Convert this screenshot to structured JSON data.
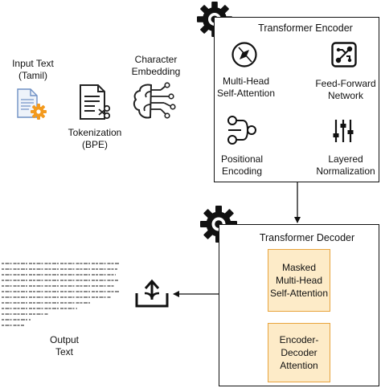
{
  "input_text": {
    "label": "Input Text\n(Tamil)"
  },
  "tokenization": {
    "label": "Tokenization\n(BPE)"
  },
  "character_embedding": {
    "label": "Character\nEmbedding"
  },
  "encoder": {
    "title": "Transformer Encoder",
    "multi_head": "Multi-Head\nSelf-Attention",
    "feed_forward": "Feed-Forward\nNetwork",
    "positional": "Positional\nEncoding",
    "layered_norm": "Layered\nNormalization"
  },
  "decoder": {
    "title": "Transformer Decoder",
    "masked": "Masked\nMulti-Head\nSelf-Attention",
    "enc_dec": "Encoder-\nDecoder\nAttention"
  },
  "output_text": {
    "label": "Output\nText"
  },
  "colors": {
    "accent_box_fill": "#fdebc8",
    "accent_box_border": "#e8a33c",
    "doc_icon": "#6f90c4",
    "gear_icon": "#f39a1e"
  },
  "icons": [
    "document-icon",
    "settings-gear-icon",
    "tokenization-icon",
    "neural-network-icon",
    "encoder-gear-icon",
    "compass-icon",
    "circuit-icon",
    "sliders-icon",
    "positional-encoding-icon",
    "decoder-gear-icon",
    "share-output-icon"
  ]
}
